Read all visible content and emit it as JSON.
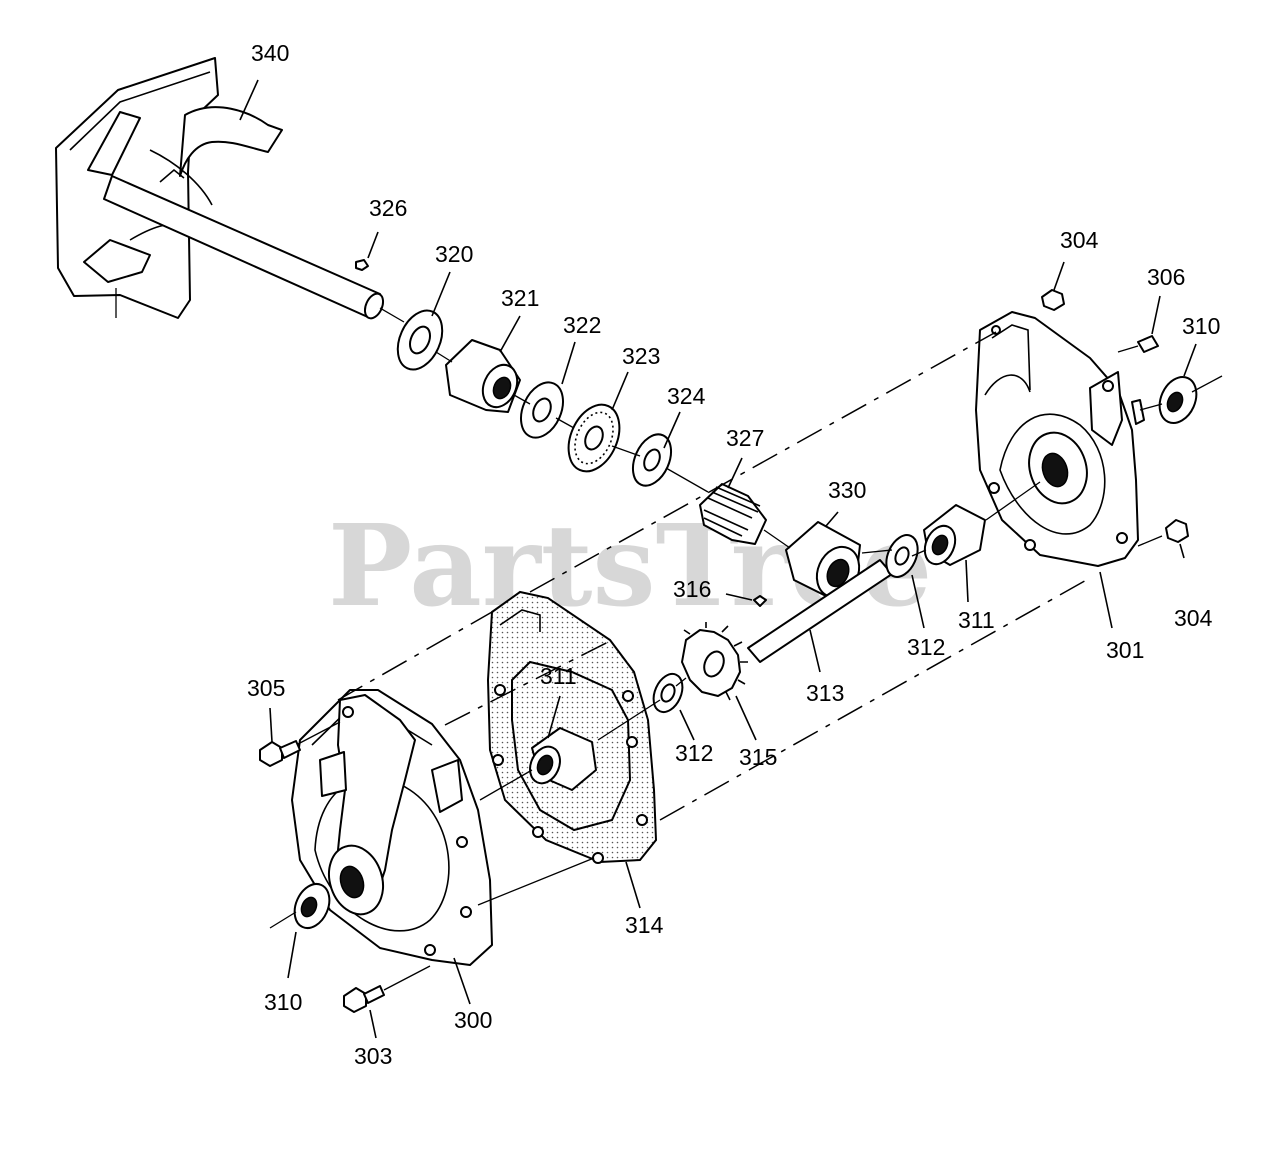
{
  "watermark": "PartsTree",
  "callouts": [
    {
      "id": "c340",
      "text": "340"
    },
    {
      "id": "c326",
      "text": "326"
    },
    {
      "id": "c320",
      "text": "320"
    },
    {
      "id": "c321",
      "text": "321"
    },
    {
      "id": "c322",
      "text": "322"
    },
    {
      "id": "c323",
      "text": "323"
    },
    {
      "id": "c324",
      "text": "324"
    },
    {
      "id": "c327",
      "text": "327"
    },
    {
      "id": "c330",
      "text": "330"
    },
    {
      "id": "c316",
      "text": "316"
    },
    {
      "id": "c304a",
      "text": "304"
    },
    {
      "id": "c306",
      "text": "306"
    },
    {
      "id": "c310a",
      "text": "310"
    },
    {
      "id": "c304b",
      "text": "304"
    },
    {
      "id": "c301",
      "text": "301"
    },
    {
      "id": "c311a",
      "text": "311"
    },
    {
      "id": "c312a",
      "text": "312"
    },
    {
      "id": "c313",
      "text": "313"
    },
    {
      "id": "c305",
      "text": "305"
    },
    {
      "id": "c311b",
      "text": "311"
    },
    {
      "id": "c312b",
      "text": "312"
    },
    {
      "id": "c315",
      "text": "315"
    },
    {
      "id": "c314",
      "text": "314"
    },
    {
      "id": "c310b",
      "text": "310"
    },
    {
      "id": "c300",
      "text": "300"
    },
    {
      "id": "c303",
      "text": "303"
    }
  ]
}
